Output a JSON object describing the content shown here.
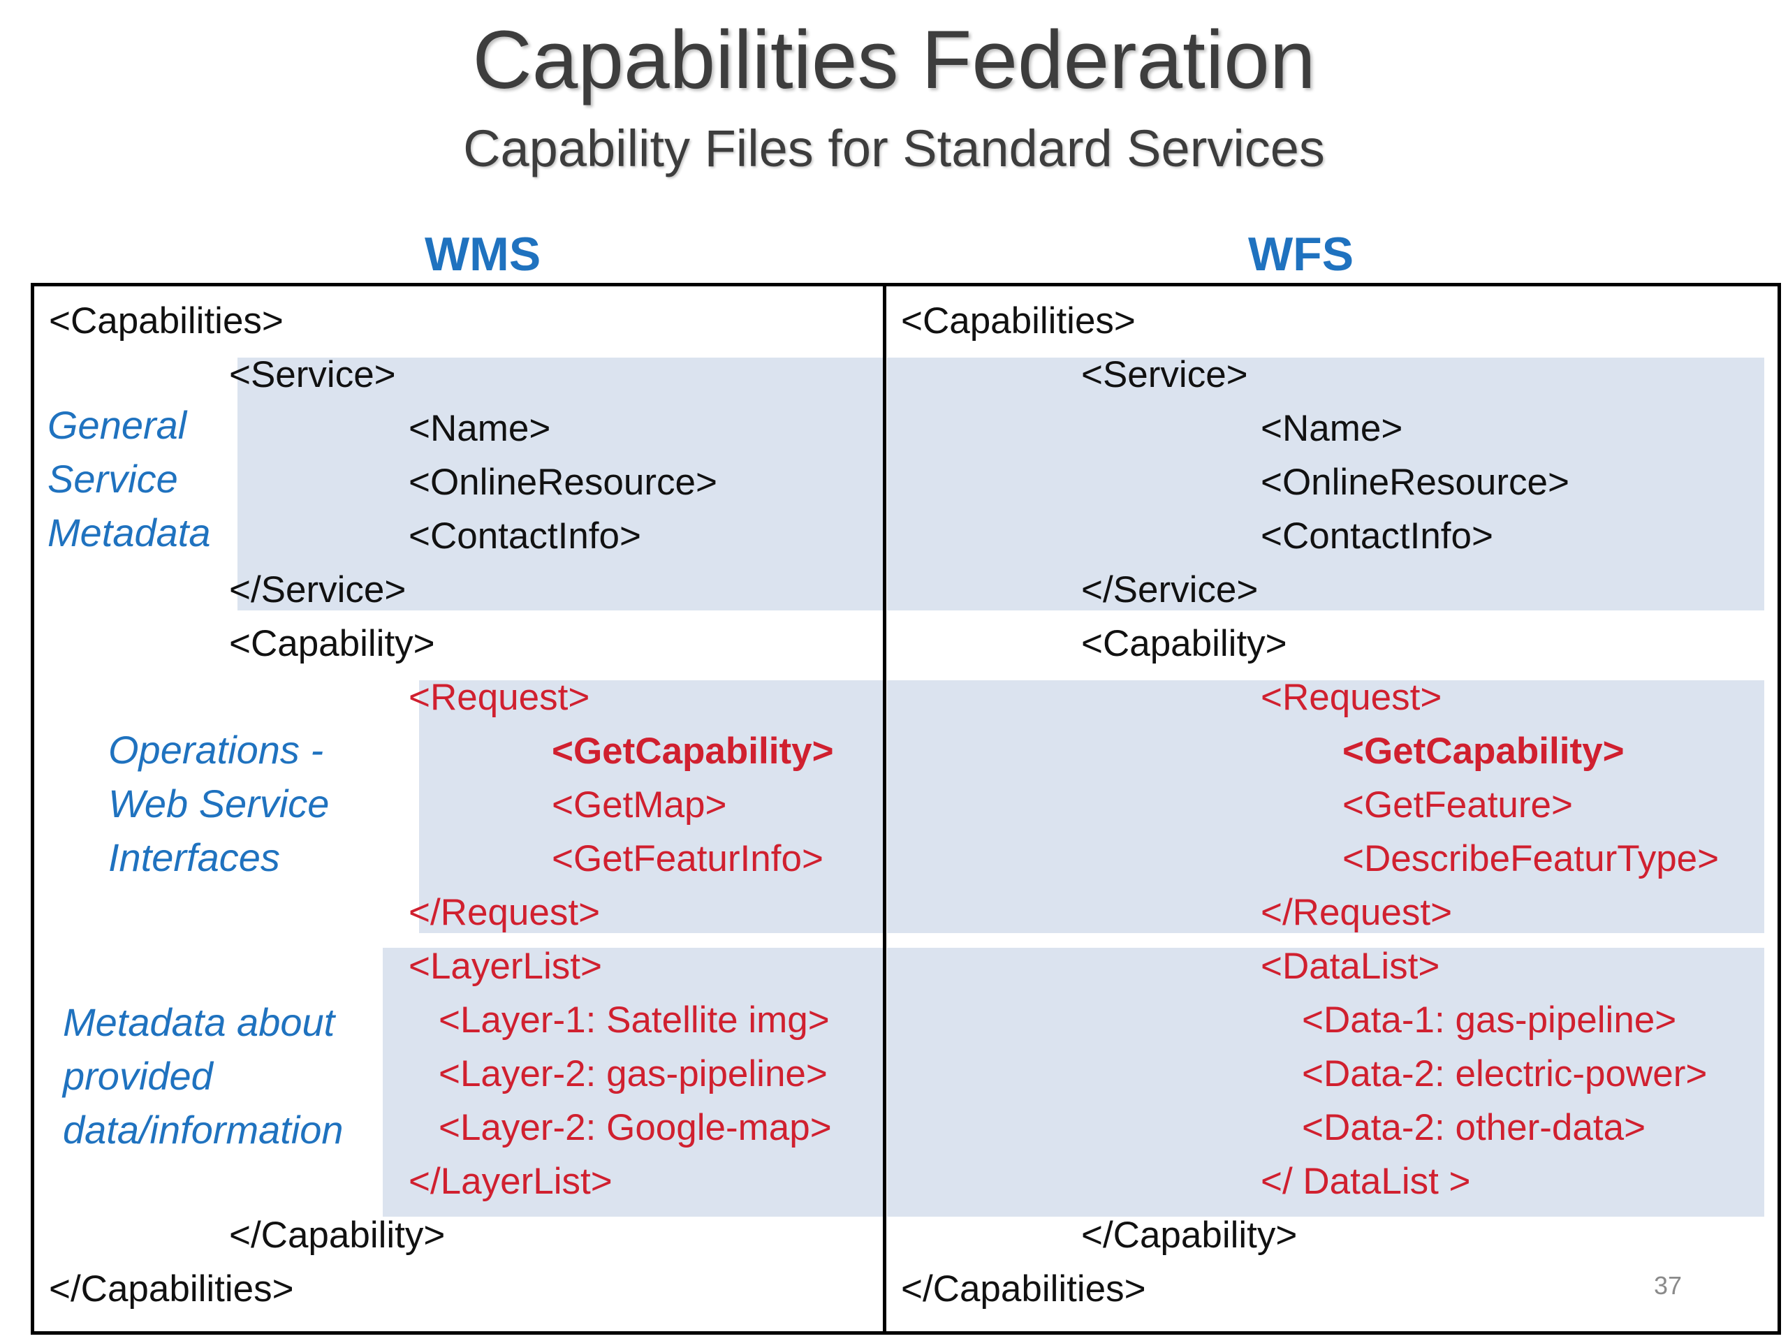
{
  "slide": {
    "title": "Capabilities Federation",
    "subtitle": "Capability Files for Standard Services",
    "page_number": "37"
  },
  "wms": {
    "header": "WMS",
    "labels": {
      "general": [
        "General",
        "Service",
        "Metadata"
      ],
      "operations": [
        "Operations -",
        "Web Service",
        "Interfaces"
      ],
      "metadata": [
        "Metadata about",
        "provided",
        "data/information"
      ]
    },
    "lines": [
      "<Capabilities>",
      "<Service>",
      "<Name>",
      "<OnlineResource>",
      "<ContactInfo>",
      "</Service>",
      "<Capability>",
      "<Request>",
      "<GetCapability>",
      "<GetMap>",
      "<GetFeaturInfo>",
      "</Request>",
      "<LayerList>",
      "<Layer-1: Satellite img>",
      "<Layer-2: gas-pipeline>",
      "<Layer-2: Google-map>",
      "</LayerList>",
      "</Capability>",
      "</Capabilities>"
    ]
  },
  "wfs": {
    "header": "WFS",
    "lines": [
      "<Capabilities>",
      "<Service>",
      "<Name>",
      "<OnlineResource>",
      "<ContactInfo>",
      "</Service>",
      "<Capability>",
      "<Request>",
      "<GetCapability>",
      "<GetFeature>",
      "<DescribeFeaturType>",
      "</Request>",
      "<DataList>",
      "<Data-1: gas-pipeline>",
      "<Data-2: electric-power>",
      "<Data-2: other-data>",
      "</ DataList >",
      "</Capability>",
      "</Capabilities>"
    ]
  },
  "colors": {
    "title_text": "#3d3d3d",
    "header_blue": "#1f72bf",
    "tag_red": "#d0202f",
    "tag_black": "#111111",
    "shade": "#dbe3ef",
    "border": "#000000"
  }
}
